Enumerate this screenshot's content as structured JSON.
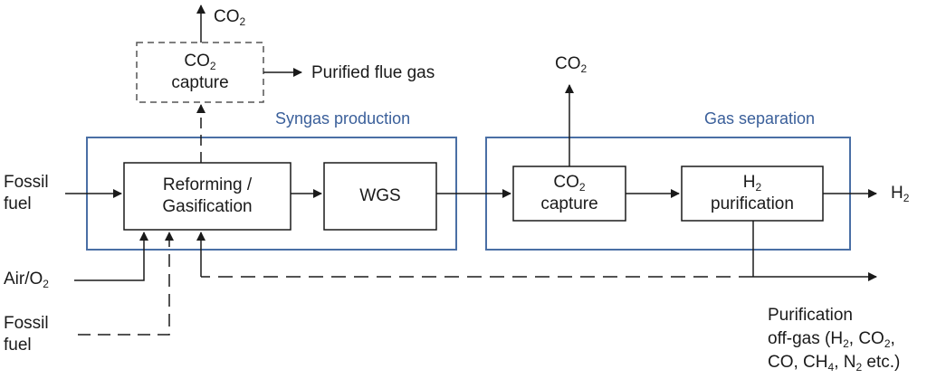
{
  "groups": {
    "syngas_production": "Syngas production",
    "gas_separation": "Gas separation"
  },
  "boxes": {
    "reforming_line1": "Reforming /",
    "reforming_line2": "Gasification",
    "wgs": "WGS",
    "flue_capture_co": "CO",
    "flue_capture_co_sub": "2",
    "flue_capture_line2": "capture",
    "sep_capture_co": "CO",
    "sep_capture_co_sub": "2",
    "sep_capture_line2": "capture",
    "h2_purif_h": "H",
    "h2_purif_h_sub": "2",
    "h2_purif_line2": "purification"
  },
  "inputs": {
    "fossil_fuel_1_line1": "Fossil",
    "fossil_fuel_1_line2": "fuel",
    "air_o2": "Air/O",
    "air_o2_sub": "2",
    "fossil_fuel_2_line1": "Fossil",
    "fossil_fuel_2_line2": "fuel"
  },
  "outputs": {
    "co2_top": "CO",
    "co2_top_sub": "2",
    "purified_flue_gas": "Purified flue gas",
    "co2_sep": "CO",
    "co2_sep_sub": "2",
    "h2": "H",
    "h2_sub": "2",
    "offgas_line1": "Purification",
    "offgas_line2a": "off-gas (H",
    "offgas_line2_sub1": "2",
    "offgas_line2b": ", CO",
    "offgas_line2_sub2": "2",
    "offgas_line2c": ",",
    "offgas_line3a": "CO, CH",
    "offgas_line3_sub1": "4",
    "offgas_line3b": ", N",
    "offgas_line3_sub2": "2",
    "offgas_line3c": " etc.)"
  },
  "colors": {
    "group_border": "#4a6fa5",
    "line": "#1a1a1a",
    "dashed_box": "#555555"
  }
}
